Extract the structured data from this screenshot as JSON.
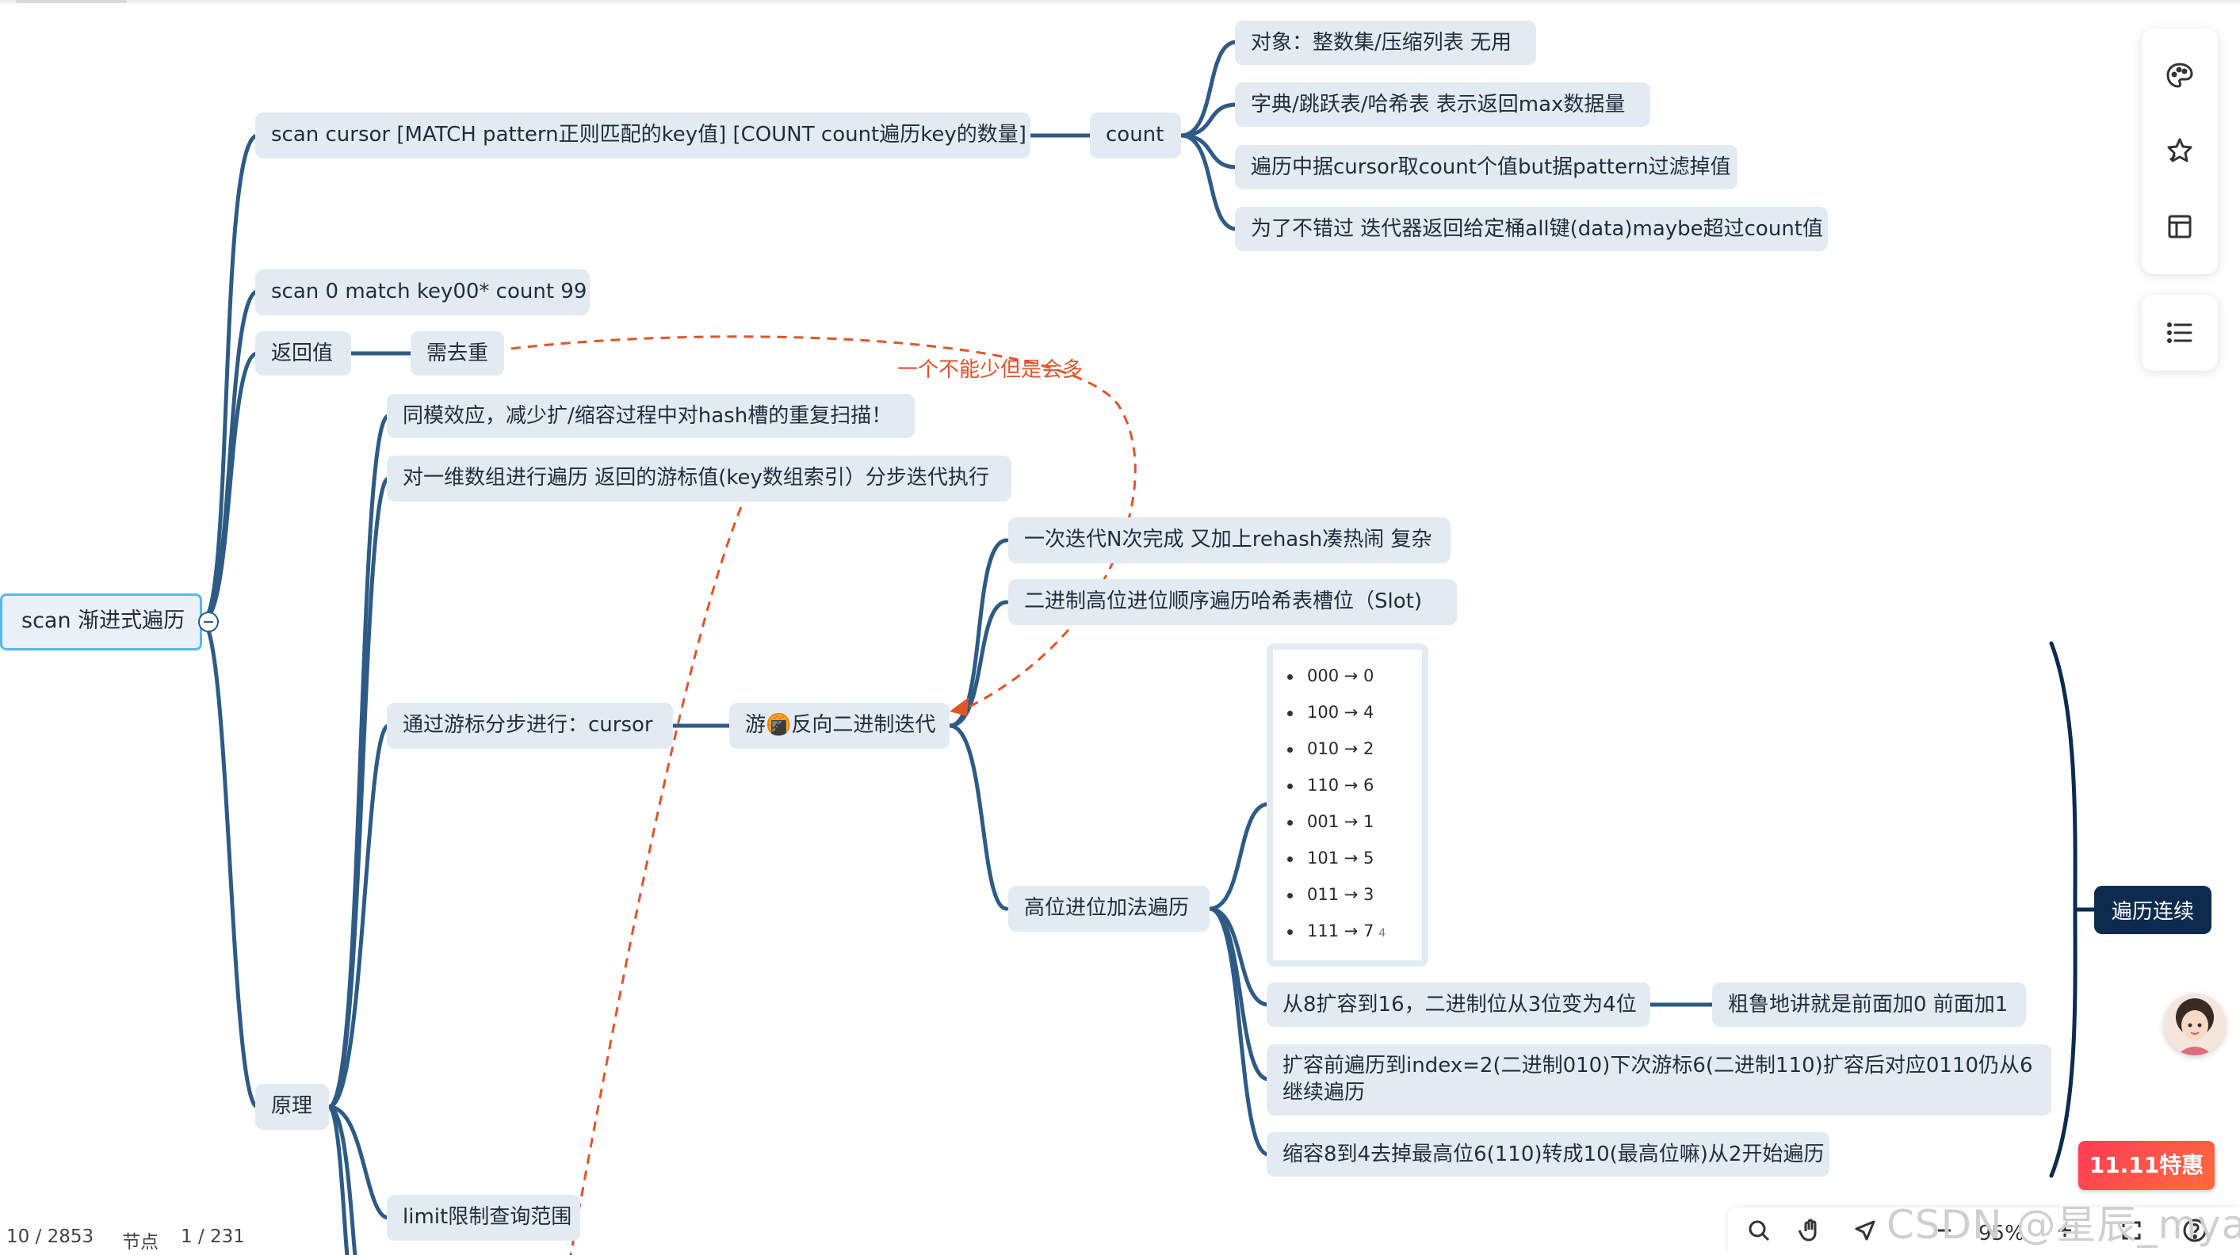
{
  "root": {
    "label": "scan 渐进式遍历"
  },
  "branches": {
    "scan_syntax": "scan cursor [MATCH pattern正则匹配的key值] [COUNT count遍历key的数量]",
    "count_label": "count",
    "count_items": [
      "对象：整数集/压缩列表 无用",
      "字典/跳跃表/哈希表 表示返回max数据量",
      "遍历中据cursor取count个值but据pattern过滤掉值",
      "为了不错过 迭代器返回给定桶all键(data)maybe超过count值"
    ],
    "scan_example": "scan 0 match key00* count 99",
    "return_value": "返回值",
    "dedup": "需去重",
    "annotation": "一个不能少但是会多",
    "principle": "原理",
    "principle_items": {
      "same_modulo": "同模效应，减少扩/缩容过程中对hash槽的重复扫描！",
      "one_dim": "对一维数组进行遍历 返回的游标值(key数组索引）分步迭代执行",
      "cursor_step": "通过游标分步进行：cursor",
      "limit": "limit限制查询范围"
    },
    "reverse_iter": "游🍘反向二进制迭代",
    "reverse_items": {
      "once": "一次迭代N次完成 又加上rehash凑热闹 复杂",
      "binary_high": "二进制高位进位顺序遍历哈希表槽位（Slot)",
      "high_add": "高位进位加法遍历"
    },
    "binary_list": [
      "000 → 0",
      "100 → 4",
      "010 → 2",
      "110 → 6",
      "001 → 1",
      "101 → 5",
      "011 → 3",
      "111 → 7"
    ],
    "binary_list_badge": "4",
    "expand_8_16": "从8扩容到16，二进制位从3位变为4位",
    "crude": "粗鲁地讲就是前面加0 前面加1",
    "expand_before": "扩容前遍历到index=2(二进制010)下次游标6(二进制110)扩容后对应0110仍从6继续遍历",
    "shrink": "缩容8到4去掉最高位6(110)转成10(最高位嘛)从2开始遍历",
    "summary": "遍历连续"
  },
  "status": {
    "word_count": "10 / 2853",
    "node_label": "节点",
    "node_count": "1 / 231",
    "zoom": "95%"
  },
  "promo": "11.11特惠",
  "watermark": "CSDN @星辰_mya",
  "toolbar_icons": [
    "palette-icon",
    "magic-pin-icon",
    "layout-icon",
    "outline-list-icon"
  ],
  "bottom_icons": [
    "search-icon",
    "hand-icon",
    "send-icon",
    "zoom-out-icon",
    "zoom-in-icon",
    "fullscreen-icon",
    "help-icon"
  ],
  "colors": {
    "link": "#2e5b86",
    "node_bg": "#e3ebf2",
    "annotation": "#e0542c",
    "summary_bg": "#0d2b4f",
    "root_border": "#5cb6e6"
  }
}
